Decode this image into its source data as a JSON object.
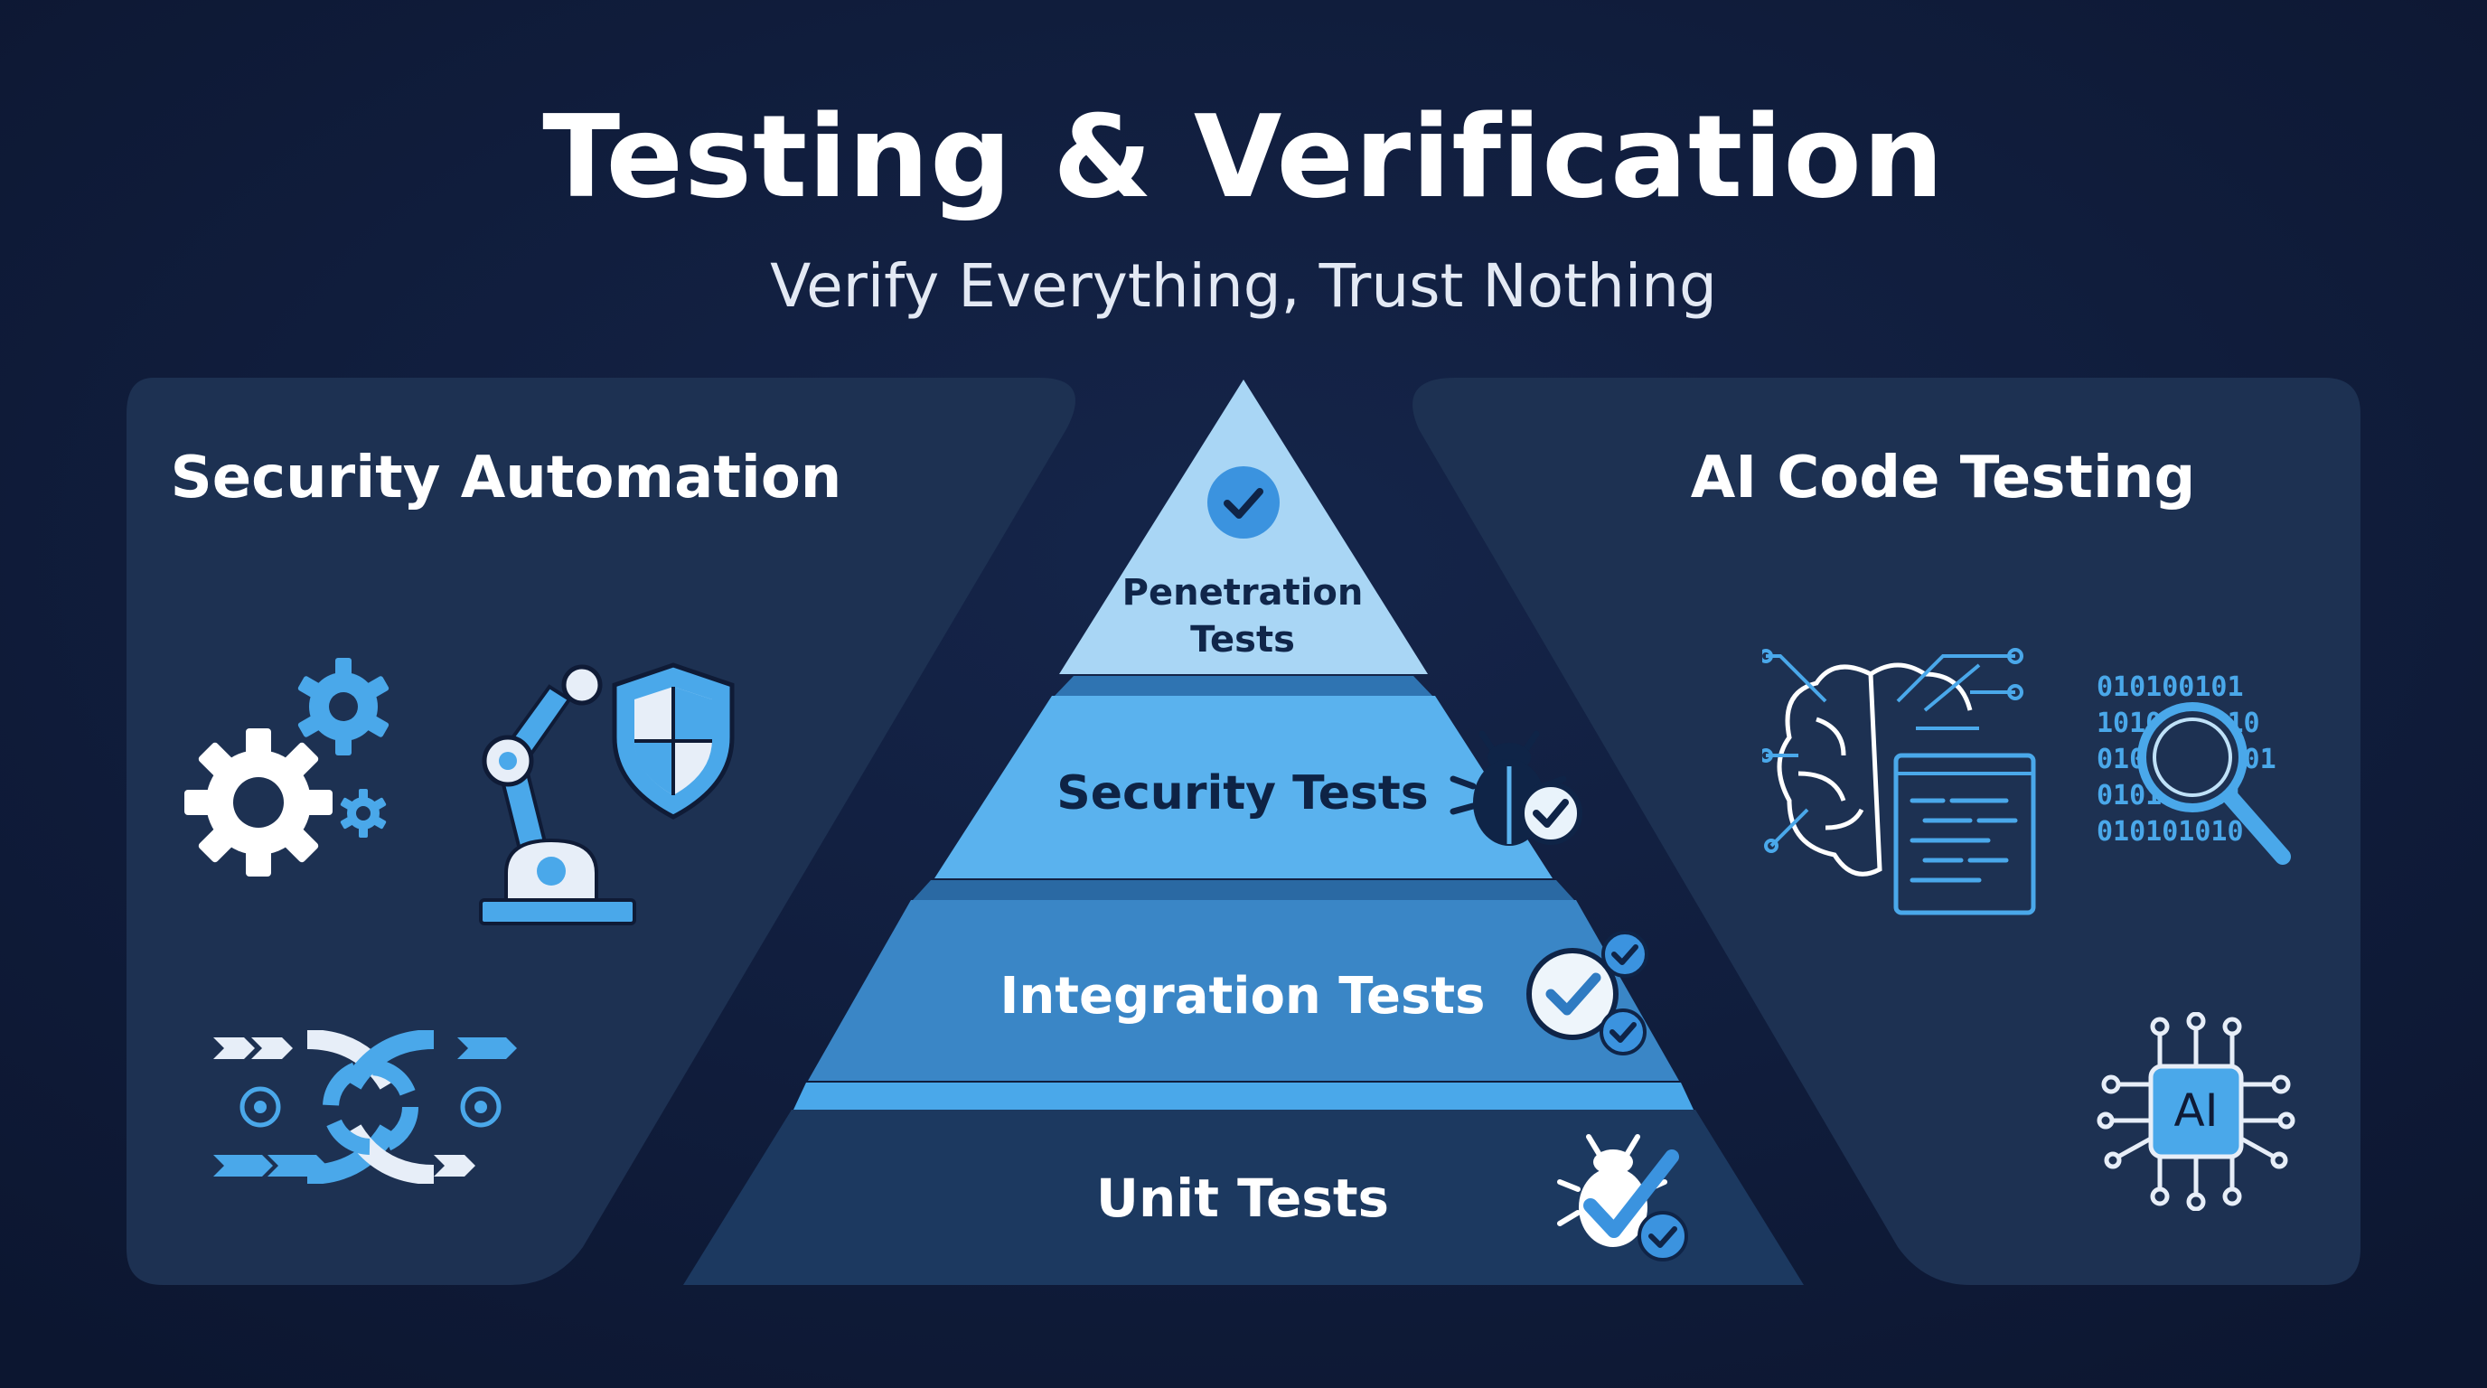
{
  "header": {
    "title": "Testing & Verification",
    "subtitle": "Verify Everything, Trust Nothing"
  },
  "left_panel": {
    "title": "Security Automation",
    "icons": [
      "gears-icon",
      "robot-arm-icon",
      "shield-icon",
      "pipeline-cycle-icon"
    ]
  },
  "right_panel": {
    "title": "AI Code Testing",
    "icons": [
      "brain-code-icon",
      "binary-magnifier-icon",
      "ai-chip-icon"
    ]
  },
  "pyramid": {
    "tiers": [
      {
        "label_line1": "Penetration",
        "label_line2": "Tests",
        "icon": "check-circle-icon"
      },
      {
        "label": "Security Tests",
        "icon": "bug-check-icon"
      },
      {
        "label": "Integration Tests",
        "icon": "multi-check-icon"
      },
      {
        "label": "Unit Tests",
        "icon": "bug-checkmark-icon"
      }
    ]
  },
  "colors": {
    "background": "#0f1b36",
    "panel": "#1d3152",
    "tier_top": "#a9d6f5",
    "tier_security": "#5ab2ee",
    "tier_integration": "#3a86c6",
    "tier_unit": "#1c3960",
    "accent": "#4aa8ea"
  }
}
